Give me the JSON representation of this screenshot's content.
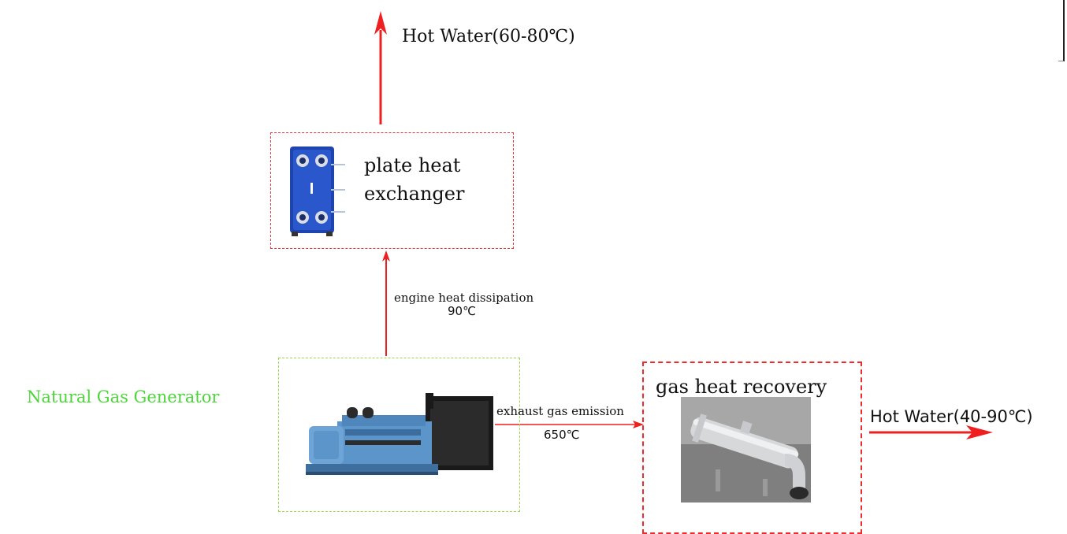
{
  "labels": {
    "hot_water_top": "Hot Water(60-80℃)",
    "plate_line1": "plate heat",
    "plate_line2": "exchanger",
    "engine_heat_line1": "engine heat dissipation",
    "engine_heat_line2": "90℃",
    "generator": "Natural Gas Generator",
    "exhaust_line1": "exhaust gas emission",
    "exhaust_line2": "650℃",
    "gas_recovery": "gas heat recovery",
    "hot_water_right": "Hot Water(40-90℃)"
  },
  "colors": {
    "flow_arrow": "#ef1f1f",
    "red_dash": "#e8343a",
    "green_dash": "#9ad94f",
    "generator_label": "#4cd63a",
    "exchanger_blue": "#1e44b0",
    "engine_blue": "#5b95c9"
  },
  "icons": {
    "exchanger": "plate-heat-exchanger-image",
    "generator": "gas-generator-image",
    "recovery": "heat-recovery-unit-image"
  }
}
